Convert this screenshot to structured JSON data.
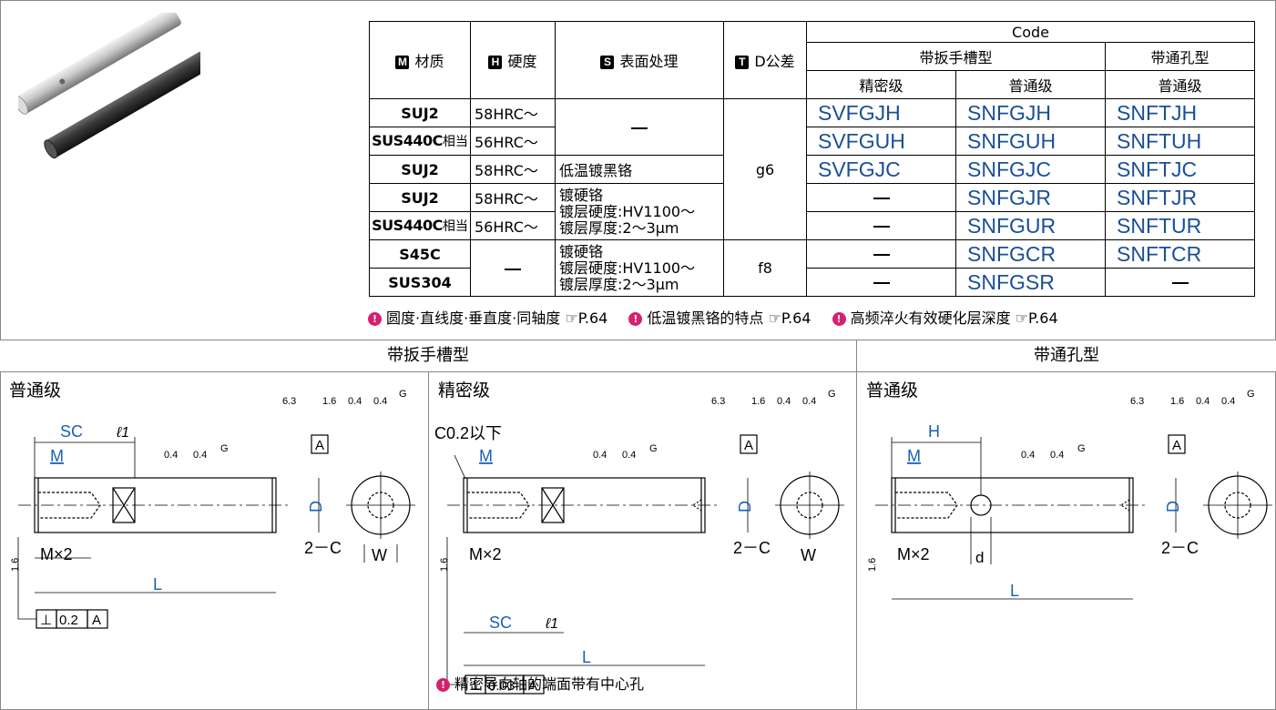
{
  "table": {
    "headers": {
      "material_icon": "M",
      "material": "材质",
      "hardness_icon": "H",
      "hardness": "硬度",
      "surface_icon": "S",
      "surface": "表面处理",
      "tolerance_icon": "T",
      "tolerance": "D公差",
      "code": "Code",
      "wrench_type": "带扳手槽型",
      "through_type": "带通孔型",
      "precision": "精密级",
      "standard1": "普通级",
      "standard2": "普通级"
    },
    "rows": [
      {
        "material": "SUJ2",
        "hardness": "58HRC～",
        "surface": "",
        "tol": "",
        "c1": "SVFGJH",
        "c2": "SNFGJH",
        "c3": "SNFTJH"
      },
      {
        "material": "SUS440C",
        "material_suffix": "相当",
        "hardness": "56HRC～",
        "surface": "",
        "tol": "",
        "c1": "SVFGUH",
        "c2": "SNFGUH",
        "c3": "SNFTUH"
      },
      {
        "material": "SUJ2",
        "hardness": "58HRC～",
        "surface": "低温镀黑铬",
        "tol": "",
        "c1": "SVFGJC",
        "c2": "SNFGJC",
        "c3": "SNFTJC"
      },
      {
        "material": "SUJ2",
        "hardness": "58HRC～",
        "surface": "",
        "tol": "",
        "c1": "",
        "c2": "SNFGJR",
        "c3": "SNFTJR"
      },
      {
        "material": "SUS440C",
        "material_suffix": "相当",
        "hardness": "56HRC～",
        "surface": "",
        "tol": "",
        "c1": "",
        "c2": "SNFGUR",
        "c3": "SNFTUR"
      },
      {
        "material": "S45C",
        "hardness": "",
        "surface": "",
        "tol": "",
        "c1": "",
        "c2": "SNFGCR",
        "c3": "SNFTCR"
      },
      {
        "material": "SUS304",
        "hardness": "",
        "surface": "",
        "tol": "",
        "c1": "",
        "c2": "SNFGSR",
        "c3": ""
      }
    ],
    "tol_g6": "g6",
    "tol_f8": "f8",
    "hard_chrome_1": "镀硬铬",
    "hard_chrome_2": "镀层硬度:HV1100～",
    "hard_chrome_3": "镀层厚度:2～3μm"
  },
  "notes": [
    {
      "text": "圆度·直线度·垂直度·同轴度",
      "ref": "P.64"
    },
    {
      "text": "低温镀黑铬的特点",
      "ref": "P.64"
    },
    {
      "text": "高频淬火有效硬化层深度",
      "ref": "P.64"
    }
  ],
  "ref_icon": "☞",
  "sections": {
    "wrench": "带扳手槽型",
    "through": "带通孔型"
  },
  "panels": {
    "p1": {
      "title": "普通级"
    },
    "p2": {
      "title": "精密级",
      "chamfer": "C0.2以下",
      "footnote": "精密导向轴的端面带有中心孔"
    },
    "p3": {
      "title": "普通级"
    }
  },
  "dims": {
    "SC": "SC",
    "l1": "ℓ1",
    "M": "M",
    "MX2": "M×2",
    "L": "L",
    "D": "D",
    "W": "W",
    "C": "2－C",
    "A": "A",
    "H": "H",
    "d": "d",
    "perp1": "0.2",
    "perp2": "0.03",
    "rough63": "6.3",
    "rough16": "1.6",
    "rough04": "0.4",
    "G": "G"
  },
  "colors": {
    "code": "#1a4f99",
    "dim_blue": "#1a5fb4",
    "pin": "#d6206f"
  }
}
